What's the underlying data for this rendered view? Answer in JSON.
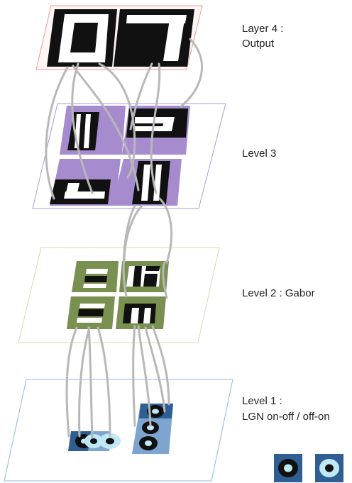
{
  "levels": {
    "layer4": {
      "title": "Layer 4 :",
      "subtitle": "Output"
    },
    "level3": {
      "title": "Level 3"
    },
    "level2": {
      "title": "Level 2 : Gabor"
    },
    "level1": {
      "title": "Level 1 :",
      "subtitle": "LGN on-off / off-on"
    }
  },
  "colors": {
    "layer4_border": "#e89a9a",
    "layer4_fill": "#fff6f6",
    "level3_border": "#a89ad8",
    "level3_tile": "#a68ccf",
    "level2_border": "#d6ddb0",
    "level2_tile": "#7a9050",
    "level1_border": "#8db7e2",
    "lgn_dark": "#2f5f92",
    "lgn_light": "#7ea5cf",
    "lgn_center_light": "#bfe8f5",
    "connection": "#b8b8b8",
    "black": "#111111"
  },
  "icons": [
    "lgn-on-off-icon",
    "lgn-off-on-icon"
  ]
}
